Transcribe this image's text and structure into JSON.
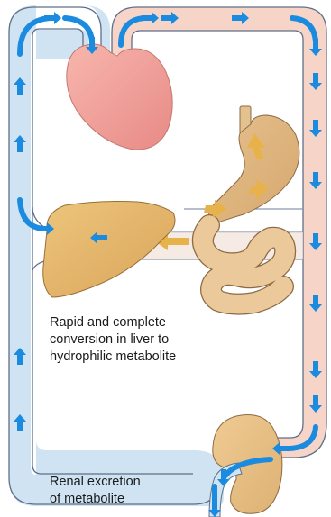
{
  "captions": {
    "liver_conversion": [
      "Rapid and complete",
      "conversion in liver to",
      "hydrophilic metabolite"
    ],
    "renal_excretion": [
      "Renal excretion",
      "of metabolite"
    ]
  },
  "colors": {
    "venous_vessel": "#cfe3f3",
    "arterial_vessel": "#f6d5c8",
    "vessel_outline": "#5f6f88",
    "flow_arrow": "#1b8be0",
    "heart": "#f2a09c",
    "liver": "#e2b46a",
    "gut": "#ecc99a",
    "kidney": "#e8c188",
    "absorption_arrow": "#e7b24a"
  },
  "icons": {
    "heart": "heart-icon",
    "liver": "liver-icon",
    "stomach": "stomach-icon",
    "intestine": "intestine-icon",
    "kidney": "kidney-icon",
    "ureter": "ureter-icon",
    "flow": "blood-flow-arrow-icon",
    "absorption": "absorption-arrow-icon"
  }
}
